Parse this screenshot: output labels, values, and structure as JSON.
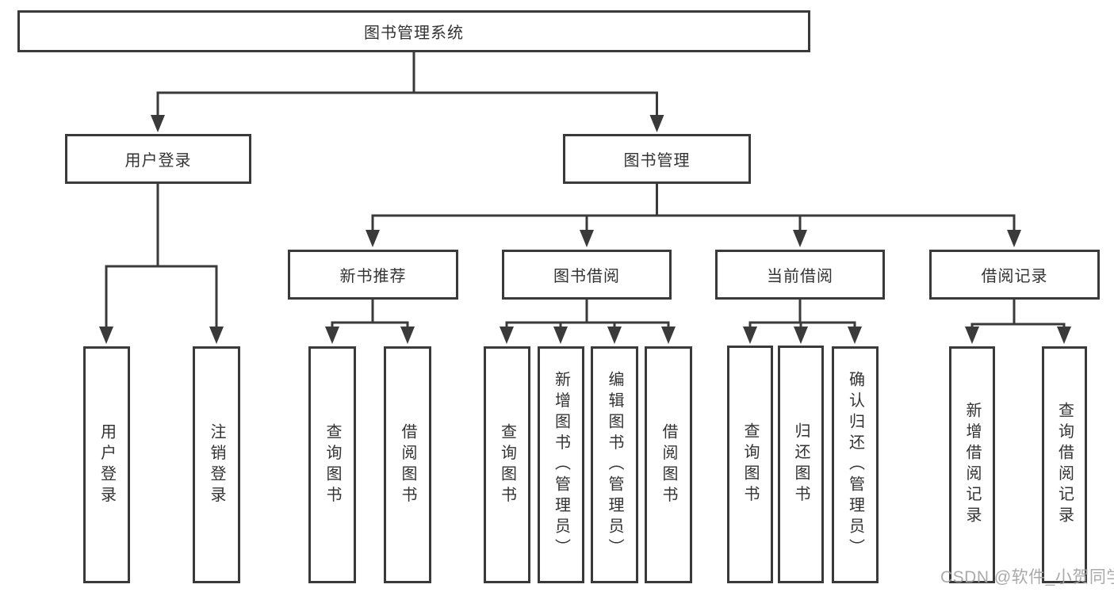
{
  "diagram_title": "图书管理系统",
  "tree": {
    "root": {
      "label": "图书管理系统",
      "children": [
        {
          "label": "用户登录",
          "children": [
            {
              "label": "用户登录"
            },
            {
              "label": "注销登录"
            }
          ]
        },
        {
          "label": "图书管理",
          "children": [
            {
              "label": "新书推荐",
              "children": [
                {
                  "label": "查询图书"
                },
                {
                  "label": "借阅图书"
                }
              ]
            },
            {
              "label": "图书借阅",
              "children": [
                {
                  "label": "查询图书"
                },
                {
                  "label": "新增图书（管理员）"
                },
                {
                  "label": "编辑图书（管理员）"
                },
                {
                  "label": "借阅图书"
                }
              ]
            },
            {
              "label": "当前借阅",
              "children": [
                {
                  "label": "查询图书"
                },
                {
                  "label": "归还图书"
                },
                {
                  "label": "确认归还（管理员）"
                }
              ]
            },
            {
              "label": "借阅记录",
              "children": [
                {
                  "label": "新增借阅记录"
                },
                {
                  "label": "查询借阅记录"
                }
              ]
            }
          ]
        }
      ]
    }
  },
  "watermark": {
    "text": "CSDN @软件_小贺同学"
  },
  "colors": {
    "line": "#3a3a3a",
    "box_background": "#ffffff",
    "text": "#333333",
    "watermark": "#a3a3a3"
  }
}
